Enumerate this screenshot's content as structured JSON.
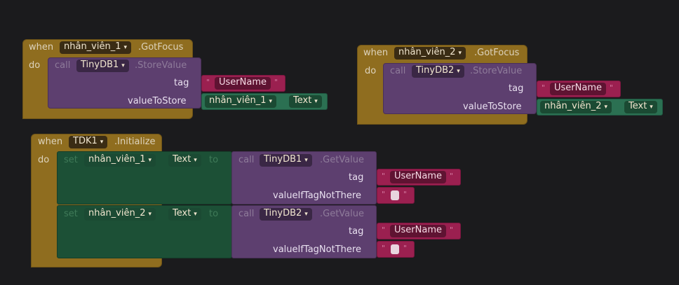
{
  "blocks": {
    "a": {
      "when": "when",
      "component": "nhân_viên_1",
      "event": ".GotFocus",
      "do": "do",
      "call": "call",
      "db": "TinyDB1",
      "method": ".StoreValue",
      "tag_label": "tag",
      "tag_value": "UserName",
      "value_label": "valueToStore",
      "value_component": "nhân_viên_1",
      "value_property": "Text"
    },
    "b": {
      "when": "when",
      "component": "nhân_viên_2",
      "event": ".GotFocus",
      "do": "do",
      "call": "call",
      "db": "TinyDB2",
      "method": ".StoreValue",
      "tag_label": "tag",
      "tag_value": "UserName",
      "value_label": "valueToStore",
      "value_component": "nhân_viên_2",
      "value_property": "Text"
    },
    "c": {
      "when": "when",
      "component": "TDK1",
      "event": ".Initialize",
      "do": "do",
      "rows": [
        {
          "set": "set",
          "component": "nhân_viên_1",
          "property": "Text",
          "to": "to",
          "call": "call",
          "db": "TinyDB1",
          "method": ".GetValue",
          "tag_label": "tag",
          "tag_value": "UserName",
          "notthere_label": "valueIfTagNotThere"
        },
        {
          "set": "set",
          "component": "nhân_viên_2",
          "property": "Text",
          "to": "to",
          "call": "call",
          "db": "TinyDB2",
          "method": ".GetValue",
          "tag_label": "tag",
          "tag_value": "UserName",
          "notthere_label": "valueIfTagNotThere"
        }
      ]
    }
  },
  "icons": {
    "dropdown": "chevron-down-icon",
    "quote": "quote-icon"
  },
  "colors": {
    "background": "#1b1b1d",
    "event": "#8f6d1f",
    "procedure": "#5d3f6f",
    "text": "#9b2050",
    "component": "#2b7052",
    "setter": "#1c5036"
  }
}
